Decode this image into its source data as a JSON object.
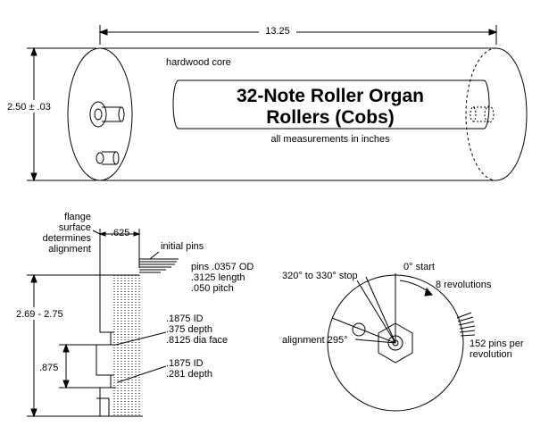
{
  "diagram": {
    "title_line1": "32-Note Roller Organ",
    "title_line2": "Rollers (Cobs)",
    "units_note": "all measurements in inches",
    "core_label": "hardwood core",
    "length_dim": "13.25",
    "diameter_dim": "2.50 ± .03",
    "flange_note": [
      "flange",
      "surface",
      "determines",
      "alignment"
    ],
    "flange_dim": ".625",
    "initial_pins": "initial pins",
    "pins_spec": [
      "pins .0357 OD",
      ".3125 length",
      ".050 pitch"
    ],
    "height_range": "2.69 - 2.75",
    "bore1_spec": [
      ".1875 ID",
      ".375 depth",
      ".8125 dia face"
    ],
    "offset_dim": ".875",
    "bore2_spec": [
      ".1875 ID",
      ".281 depth"
    ],
    "start_label": "0° start",
    "stop_label": "320° to 330° stop",
    "revolutions": "8 revolutions",
    "alignment_label": "alignment 295°",
    "pins_per_rev": [
      "152 pins per",
      "revolution"
    ]
  }
}
